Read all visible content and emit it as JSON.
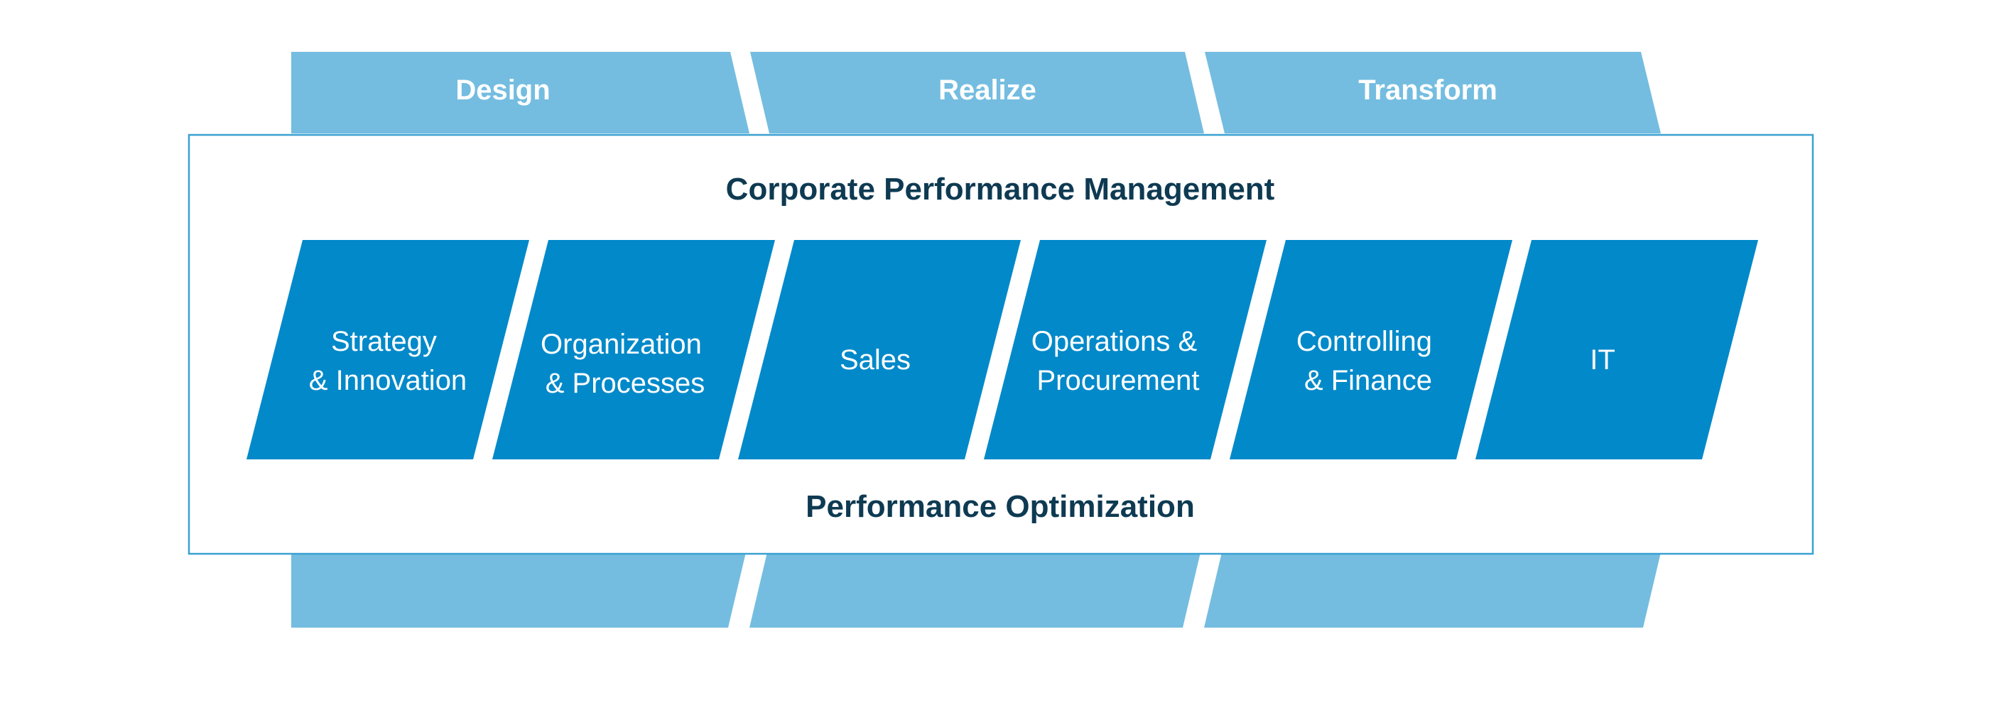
{
  "phases": [
    {
      "label": "Design"
    },
    {
      "label": "Realize"
    },
    {
      "label": "Transform"
    }
  ],
  "frame": {
    "top_title": "Corporate Performance Management",
    "bottom_title": "Performance Optimization"
  },
  "areas": [
    {
      "lines": [
        "Strategy",
        "& Innovation"
      ]
    },
    {
      "lines": [
        "Organization",
        "& Processes"
      ]
    },
    {
      "lines": [
        "Sales"
      ]
    },
    {
      "lines": [
        "Operations &",
        "Procurement"
      ]
    },
    {
      "lines": [
        "Controlling",
        "& Finance"
      ]
    },
    {
      "lines": [
        "IT"
      ]
    }
  ],
  "colors": {
    "phase_band": "#74bde0",
    "area_fill": "#0289c9",
    "frame_border": "#3aa0d2",
    "title_text": "#0e3a52"
  }
}
